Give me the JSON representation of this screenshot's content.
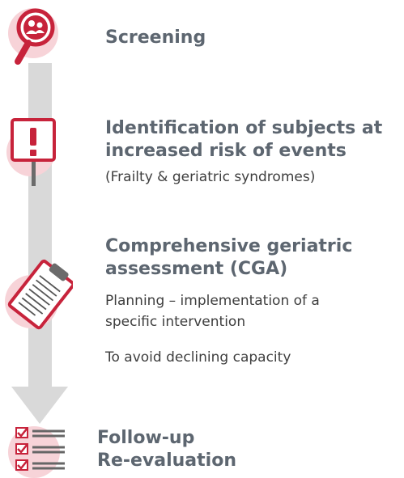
{
  "steps": [
    {
      "title": "Screening",
      "icon": "magnifier-people-icon"
    },
    {
      "title_line1": "Identification of subjects at",
      "title_line2": "increased risk of events",
      "subtitle": "(Frailty & geriatric syndromes)",
      "icon": "warning-sign-icon"
    },
    {
      "title_line1": "Comprehensive geriatric",
      "title_line2": "assessment (CGA)",
      "body1_line1": "Planning – implementation of a",
      "body1_line2": "specific intervention",
      "body2": "To avoid declining capacity",
      "icon": "clipboard-icon"
    },
    {
      "title_line1": "Follow-up",
      "title_line2": "Re-evaluation",
      "icon": "checklist-icon"
    }
  ],
  "colors": {
    "accent": "#c7233b",
    "blob": "#f7d3d8",
    "arrow": "#d9d9d9",
    "title": "#5d6670",
    "body": "#3e3e3e"
  }
}
